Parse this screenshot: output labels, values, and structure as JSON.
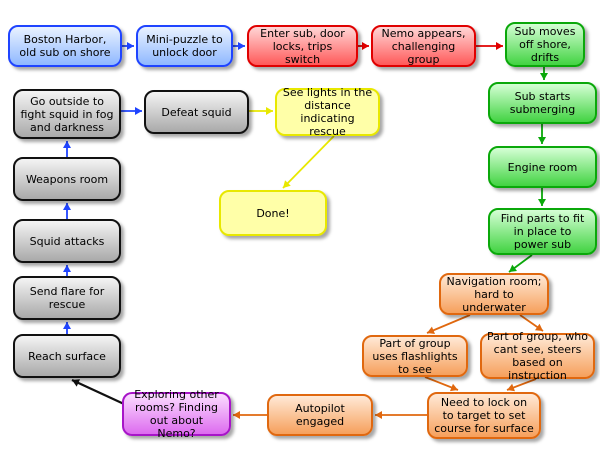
{
  "nodes": {
    "boston": "Boston Harbor, old sub on shore",
    "minipuzzle": "Mini-puzzle to unlock door",
    "enter_sub": "Enter sub, door locks, trips switch",
    "nemo_appears": "Nemo appears, challenging group",
    "sub_moves": "Sub moves off shore, drifts",
    "sub_submerging": "Sub starts submerging",
    "engine_room": "Engine room",
    "find_parts": "Find parts to fit in place to power sub",
    "navigation": "Navigation room; hard to underwater",
    "flashlights": "Part of group uses flashlights to see",
    "steers": "Part of group, who cant see, steers based on instruction",
    "lock_on": "Need to lock on to target to set course for surface",
    "autopilot": "Autopilot engaged",
    "exploring": "Exploring other rooms? Finding out about Nemo?",
    "reach_surface": "Reach surface",
    "send_flare": "Send flare for rescue",
    "squid_attacks": "Squid attacks",
    "weapons_room": "Weapons room",
    "go_outside": "Go outside to fight squid in fog and darkness",
    "defeat_squid": "Defeat squid",
    "see_lights": "See lights in the distance indicating rescue",
    "done": "Done!"
  },
  "colors": {
    "blue": "#1f44ff",
    "red": "#e00000",
    "green": "#0aa80a",
    "orange": "#e0680f",
    "purple": "#a715c8",
    "black": "#111111",
    "yellow": "#e8e800"
  }
}
